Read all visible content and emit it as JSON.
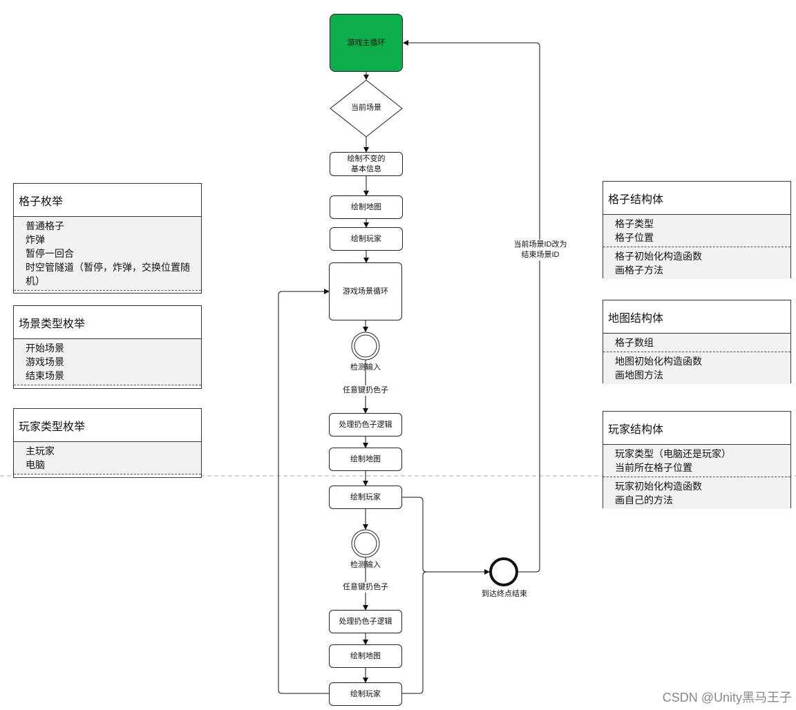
{
  "flow": {
    "main_loop": "游戏主循环",
    "decision": "当前场景",
    "draw_static": "绘制不变的\n基本信息",
    "draw_map": "绘制地图",
    "draw_player": "绘制玩家",
    "scene_loop": "游戏场景循环",
    "detect_input": "检测输入",
    "any_key_dice": "任意键扔色子",
    "process_dice": "处理扔色子逻辑",
    "end_reached": "到达终点结束",
    "change_scene": "当前场景ID改为\n结束场景ID"
  },
  "cards": {
    "grid_enum": {
      "title": "格子枚举",
      "items": [
        "普通格子",
        "炸弹",
        "暂停一回合",
        "时空管隧道（暂停，炸弹，交换位置随机）"
      ]
    },
    "scene_enum": {
      "title": "场景类型枚举",
      "items": [
        "开始场景",
        "游戏场景",
        "结束场景"
      ]
    },
    "player_enum": {
      "title": "玩家类型枚举",
      "items": [
        "主玩家",
        "电脑"
      ]
    },
    "grid_struct": {
      "title": "格子结构体",
      "fields": [
        "格子类型",
        "格子位置"
      ],
      "methods": [
        "格子初始化构造函数",
        "画格子方法"
      ]
    },
    "map_struct": {
      "title": "地图结构体",
      "fields": [
        "格子数组"
      ],
      "methods": [
        "地图初始化构造函数",
        "画地图方法"
      ]
    },
    "player_struct": {
      "title": "玩家结构体",
      "fields": [
        "玩家类型（电脑还是玩家）",
        "当前所在格子位置"
      ],
      "methods": [
        "玩家初始化构造函数",
        "画自己的方法"
      ]
    }
  },
  "watermark": "CSDN @Unity黑马王子",
  "colors": {
    "main_loop_fill": "#0ead4b"
  }
}
